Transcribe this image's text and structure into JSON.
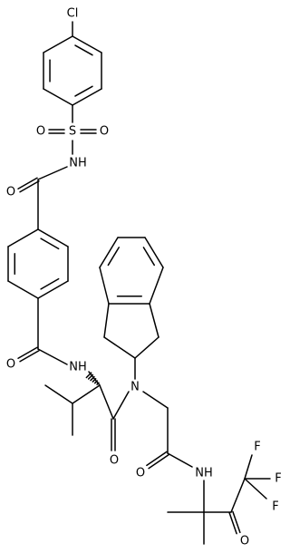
{
  "diagram": {
    "type": "chemical-structure",
    "background": "#ffffff",
    "bond_color": "#000000",
    "atom_labels": {
      "cl": "Cl",
      "sulfur": "S",
      "so2_oxygen_left": "O",
      "so2_oxygen_right": "O",
      "sulfonamide_nh": "NH",
      "acyl_oxygen_upper": "O",
      "acyl_oxygen_lower": "O",
      "amide_nh_valine": "NH",
      "amide_oxygen_valine": "O",
      "tertiary_n": "N",
      "amide_oxygen_glycine": "O",
      "amide_nh_glycine": "NH",
      "fluorine_right": "F",
      "fluorine_top": "F",
      "fluorine_bottom": "F",
      "ketone_oxygen": "O"
    }
  }
}
